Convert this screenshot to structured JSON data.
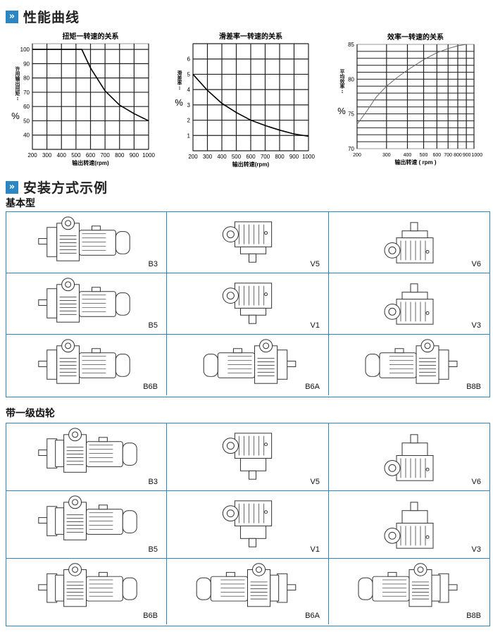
{
  "section_curves": {
    "icon": "double-chevron-right-icon",
    "title": "性能曲线"
  },
  "section_mount": {
    "icon": "double-chevron-right-icon",
    "title": "安装方式示例"
  },
  "group_basic": {
    "title": "基本型",
    "cells": [
      {
        "label": "B3"
      },
      {
        "label": "V5"
      },
      {
        "label": "V6"
      },
      {
        "label": "B5"
      },
      {
        "label": "V1"
      },
      {
        "label": "V3"
      },
      {
        "label": "B6B"
      },
      {
        "label": "B6A"
      },
      {
        "label": "B8B"
      }
    ]
  },
  "group_gear": {
    "title": "带一级齿轮",
    "cells": [
      {
        "label": "B3"
      },
      {
        "label": "V5"
      },
      {
        "label": "V6"
      },
      {
        "label": "B5"
      },
      {
        "label": "V1"
      },
      {
        "label": "V3"
      },
      {
        "label": "B6B"
      },
      {
        "label": "B6A"
      },
      {
        "label": "B8B"
      }
    ]
  },
  "chart_data": [
    {
      "type": "line",
      "title": "扭矩一转速的关系",
      "xlabel": "输出转速(rpm)",
      "ylabel": "许用输出扭矩:",
      "yunit": "%",
      "xscale": "linear",
      "xlim": [
        200,
        1000
      ],
      "ylim": [
        30,
        104
      ],
      "xticks": [
        200,
        300,
        400,
        500,
        600,
        700,
        800,
        900,
        1000
      ],
      "yticks": [
        40,
        50,
        60,
        70,
        80,
        90,
        100
      ],
      "grid": true,
      "x": [
        200,
        540,
        600,
        700,
        800,
        900,
        1000
      ],
      "y": [
        100,
        100,
        87,
        71,
        61,
        55,
        50
      ]
    },
    {
      "type": "line",
      "title": "滑差率一转速的关系",
      "xlabel": "输出转速(rpm)",
      "ylabel": "滑差率:",
      "yunit": "%",
      "xscale": "linear",
      "xlim": [
        200,
        1000
      ],
      "ylim": [
        0,
        7
      ],
      "xticks": [
        200,
        300,
        400,
        500,
        600,
        700,
        800,
        900,
        1000
      ],
      "yticks": [
        1,
        2,
        3,
        4,
        5,
        6
      ],
      "grid": true,
      "x": [
        200,
        300,
        400,
        500,
        600,
        700,
        800,
        900,
        1000
      ],
      "y": [
        5,
        3.95,
        3.1,
        2.5,
        2.0,
        1.65,
        1.35,
        1.1,
        0.95
      ]
    },
    {
      "type": "line",
      "title": "效率一转速的关系",
      "xlabel": "输出转速 ( rpm )",
      "ylabel": "平均效率:",
      "yunit": "%",
      "xscale": "log",
      "xlim": [
        200,
        1000
      ],
      "ylim": [
        70,
        85
      ],
      "xticks": [
        200,
        300,
        400,
        500,
        600,
        700,
        800,
        900,
        1000
      ],
      "yticks": [
        70,
        75,
        80,
        85
      ],
      "grid": true,
      "x": [
        200,
        230,
        260,
        300,
        350,
        400,
        500,
        600,
        700,
        800,
        900
      ],
      "y": [
        73.5,
        75.5,
        77.4,
        79,
        80.3,
        81.3,
        82.8,
        83.8,
        84.4,
        84.8,
        85
      ]
    }
  ]
}
